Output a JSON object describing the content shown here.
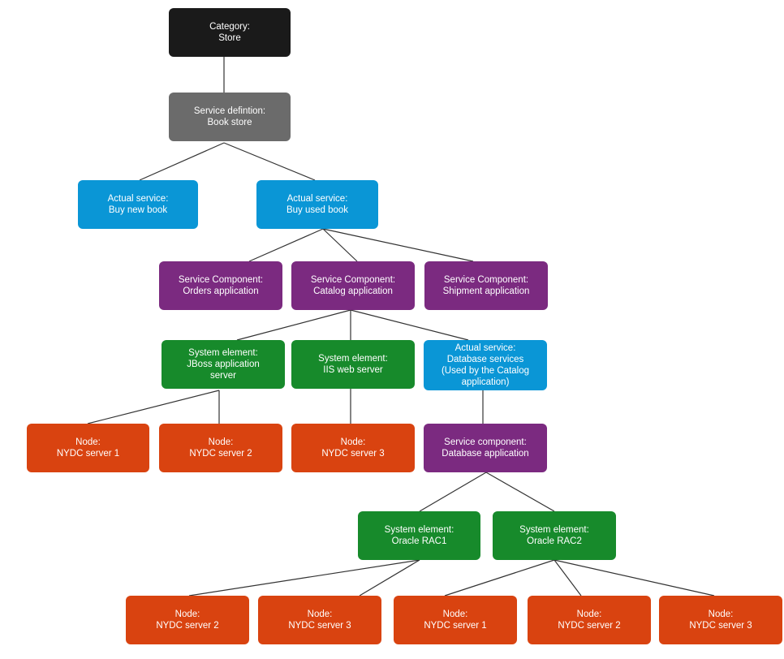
{
  "colors": {
    "category": "#1a1a1a",
    "service_definition": "#6b6b6b",
    "actual_service": "#0a96d6",
    "service_component": "#7b2a80",
    "system_element": "#178a2b",
    "node": "#d94310",
    "connector": "#333333",
    "text": "#ffffff"
  },
  "nodes": [
    {
      "id": "category",
      "kind": "category",
      "lines": [
        "Category:",
        "Store"
      ]
    },
    {
      "id": "service-definition",
      "kind": "service_definition",
      "lines": [
        "Service defintion:",
        "Book store"
      ]
    },
    {
      "id": "buy-new-book",
      "kind": "actual_service",
      "lines": [
        "Actual service:",
        "Buy new book"
      ]
    },
    {
      "id": "buy-used-book",
      "kind": "actual_service",
      "lines": [
        "Actual service:",
        "Buy used book"
      ]
    },
    {
      "id": "orders-application",
      "kind": "service_component",
      "lines": [
        "Service Component:",
        "Orders application"
      ]
    },
    {
      "id": "catalog-application",
      "kind": "service_component",
      "lines": [
        "Service Component:",
        "Catalog application"
      ]
    },
    {
      "id": "shipment-application",
      "kind": "service_component",
      "lines": [
        "Service Component:",
        "Shipment application"
      ]
    },
    {
      "id": "jboss-application-server",
      "kind": "system_element",
      "lines": [
        "System element:",
        "JBoss application",
        "server"
      ]
    },
    {
      "id": "iis-web-server",
      "kind": "system_element",
      "lines": [
        "System element:",
        "IIS web server"
      ]
    },
    {
      "id": "database-services",
      "kind": "actual_service",
      "lines": [
        "Actual service:",
        "Database services",
        "(Used by the Catalog",
        "application)"
      ]
    },
    {
      "id": "node-nydc-server-1-a",
      "kind": "node",
      "lines": [
        "Node:",
        "NYDC server 1"
      ]
    },
    {
      "id": "node-nydc-server-2-a",
      "kind": "node",
      "lines": [
        "Node:",
        "NYDC server 2"
      ]
    },
    {
      "id": "node-nydc-server-3-a",
      "kind": "node",
      "lines": [
        "Node:",
        "NYDC server 3"
      ]
    },
    {
      "id": "database-application",
      "kind": "service_component",
      "lines": [
        "Service component:",
        "Database application"
      ]
    },
    {
      "id": "oracle-rac1",
      "kind": "system_element",
      "lines": [
        "System element:",
        "Oracle RAC1"
      ]
    },
    {
      "id": "oracle-rac2",
      "kind": "system_element",
      "lines": [
        "System element:",
        "Oracle RAC2"
      ]
    },
    {
      "id": "node-nydc-server-2-b",
      "kind": "node",
      "lines": [
        "Node:",
        "NYDC server 2"
      ]
    },
    {
      "id": "node-nydc-server-3-b",
      "kind": "node",
      "lines": [
        "Node:",
        "NYDC server 3"
      ]
    },
    {
      "id": "node-nydc-server-1-c",
      "kind": "node",
      "lines": [
        "Node:",
        "NYDC server 1"
      ]
    },
    {
      "id": "node-nydc-server-2-c",
      "kind": "node",
      "lines": [
        "Node:",
        "NYDC server 2"
      ]
    },
    {
      "id": "node-nydc-server-3-c",
      "kind": "node",
      "lines": [
        "Node:",
        "NYDC server 3"
      ]
    }
  ],
  "edges": [
    [
      "category",
      "service-definition"
    ],
    [
      "service-definition",
      "buy-new-book"
    ],
    [
      "service-definition",
      "buy-used-book"
    ],
    [
      "buy-used-book",
      "orders-application"
    ],
    [
      "buy-used-book",
      "catalog-application"
    ],
    [
      "buy-used-book",
      "shipment-application"
    ],
    [
      "catalog-application",
      "jboss-application-server"
    ],
    [
      "catalog-application",
      "iis-web-server"
    ],
    [
      "catalog-application",
      "database-services"
    ],
    [
      "jboss-application-server",
      "node-nydc-server-1-a"
    ],
    [
      "jboss-application-server",
      "node-nydc-server-2-a"
    ],
    [
      "iis-web-server",
      "node-nydc-server-3-a"
    ],
    [
      "database-services",
      "database-application"
    ],
    [
      "database-application",
      "oracle-rac1"
    ],
    [
      "database-application",
      "oracle-rac2"
    ],
    [
      "oracle-rac1",
      "node-nydc-server-2-b"
    ],
    [
      "oracle-rac1",
      "node-nydc-server-3-b"
    ],
    [
      "oracle-rac2",
      "node-nydc-server-1-c"
    ],
    [
      "oracle-rac2",
      "node-nydc-server-2-c"
    ],
    [
      "oracle-rac2",
      "node-nydc-server-3-c"
    ]
  ]
}
